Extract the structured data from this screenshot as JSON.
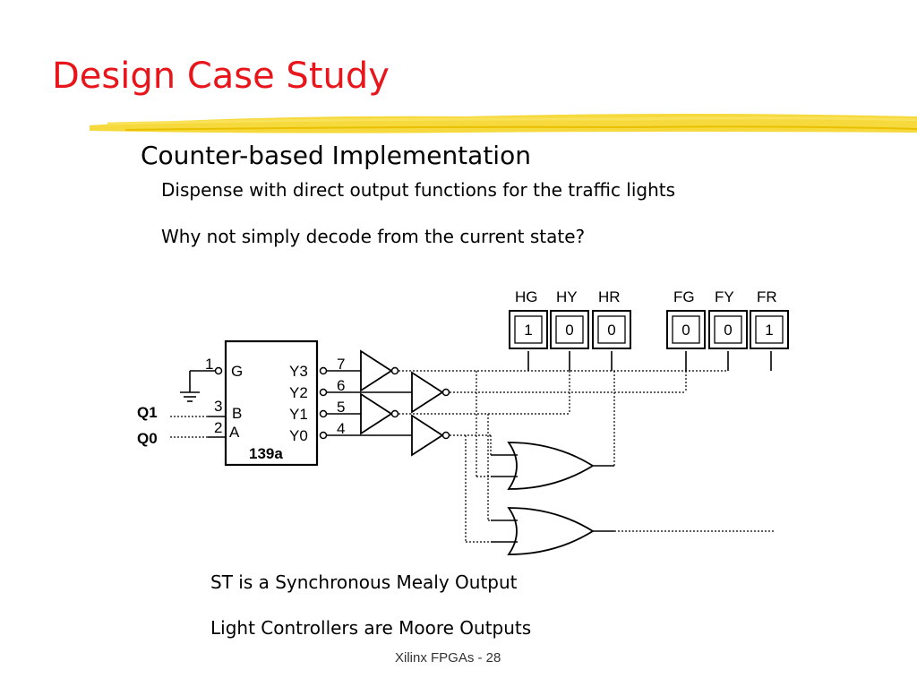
{
  "slide": {
    "title": "Design Case Study",
    "subtitle": "Counter-based Implementation",
    "bullets": [
      "Dispense with direct output functions for the traffic lights",
      "Why not simply decode from the current state?",
      "ST is a Synchronous Mealy Output",
      "Light Controllers are Moore Outputs"
    ],
    "footer": "Xilinx FPGAs - 28"
  },
  "colors": {
    "title": "#e8151b",
    "highlight_bar": "#f5d21a"
  },
  "lights": {
    "labels": [
      "HG",
      "HY",
      "HR",
      "FG",
      "FY",
      "FR"
    ],
    "values": [
      "1",
      "0",
      "0",
      "0",
      "0",
      "1"
    ]
  },
  "decoder": {
    "name": "139a",
    "inputs": [
      "G",
      "B",
      "A"
    ],
    "input_pins": [
      "1",
      "3",
      "2"
    ],
    "outputs": [
      "Y3",
      "Y2",
      "Y1",
      "Y0"
    ],
    "output_pins": [
      "7",
      "6",
      "5",
      "4"
    ],
    "signals": [
      "Q1",
      "Q0"
    ]
  }
}
